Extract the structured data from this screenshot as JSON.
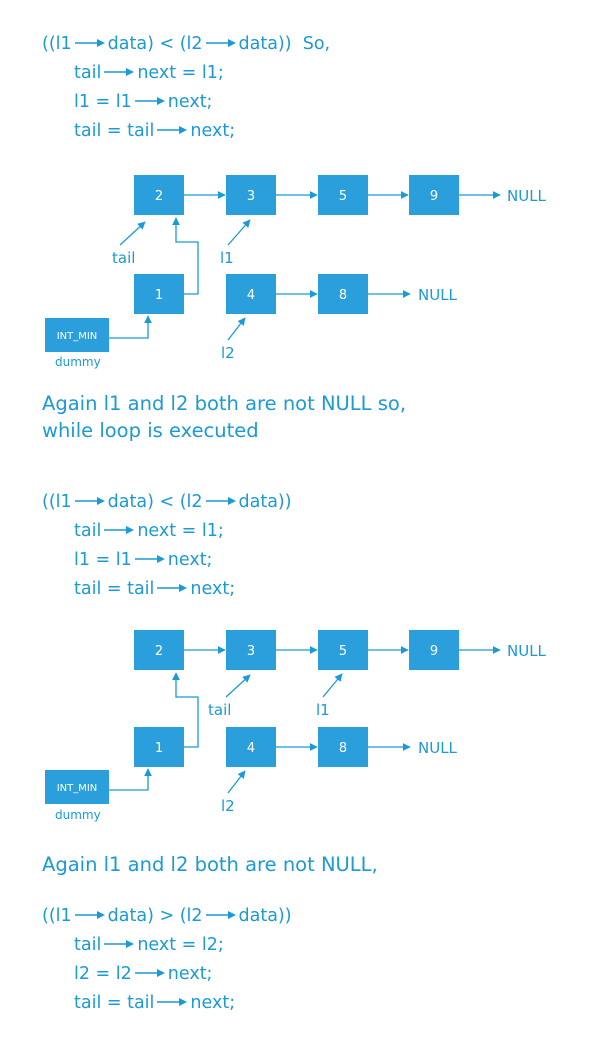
{
  "colors": {
    "accent": "#1a9ad6",
    "node_fill": "#2a9fdc",
    "node_text": "#ffffff"
  },
  "block1": {
    "cond": {
      "a": "((l1",
      "b": "data) < (l2",
      "c": "data))",
      "d": "So,"
    },
    "line2": {
      "a": "tail",
      "b": "next = l1;"
    },
    "line3": {
      "a": "l1 = l1",
      "b": "next;"
    },
    "line4": {
      "a": "tail = tail",
      "b": "next;"
    }
  },
  "diagram1": {
    "top_nodes": [
      "2",
      "3",
      "5",
      "9"
    ],
    "top_null": "NULL",
    "bottom_nodes": [
      "1",
      "4",
      "8"
    ],
    "bottom_null": "NULL",
    "dummy_node": "INT_MIN",
    "dummy_label": "dummy",
    "tail_label": "tail",
    "l1_label": "l1",
    "l2_label": "l2"
  },
  "heading1": {
    "line1": "Again l1 and l2 both are not NULL  so,",
    "line2": "while loop is executed"
  },
  "block2": {
    "cond": {
      "a": "((l1",
      "b": "data) < (l2",
      "c": "data))"
    },
    "line2": {
      "a": "tail",
      "b": "next = l1;"
    },
    "line3": {
      "a": "l1 = l1",
      "b": "next;"
    },
    "line4": {
      "a": "tail = tail",
      "b": "next;"
    }
  },
  "diagram2": {
    "top_nodes": [
      "2",
      "3",
      "5",
      "9"
    ],
    "top_null": "NULL",
    "bottom_nodes": [
      "1",
      "4",
      "8"
    ],
    "bottom_null": "NULL",
    "dummy_node": "INT_MIN",
    "dummy_label": "dummy",
    "tail_label": "tail",
    "l1_label": "l1",
    "l2_label": "l2"
  },
  "heading2": {
    "line1": "Again l1 and l2 both are not NULL,"
  },
  "block3": {
    "cond": {
      "a": "((l1",
      "b": "data) > (l2",
      "c": "data))"
    },
    "line2": {
      "a": "tail",
      "b": "next = l2;"
    },
    "line3": {
      "a": "l2 = l2",
      "b": "next;"
    },
    "line4": {
      "a": "tail = tail",
      "b": "next;"
    }
  }
}
